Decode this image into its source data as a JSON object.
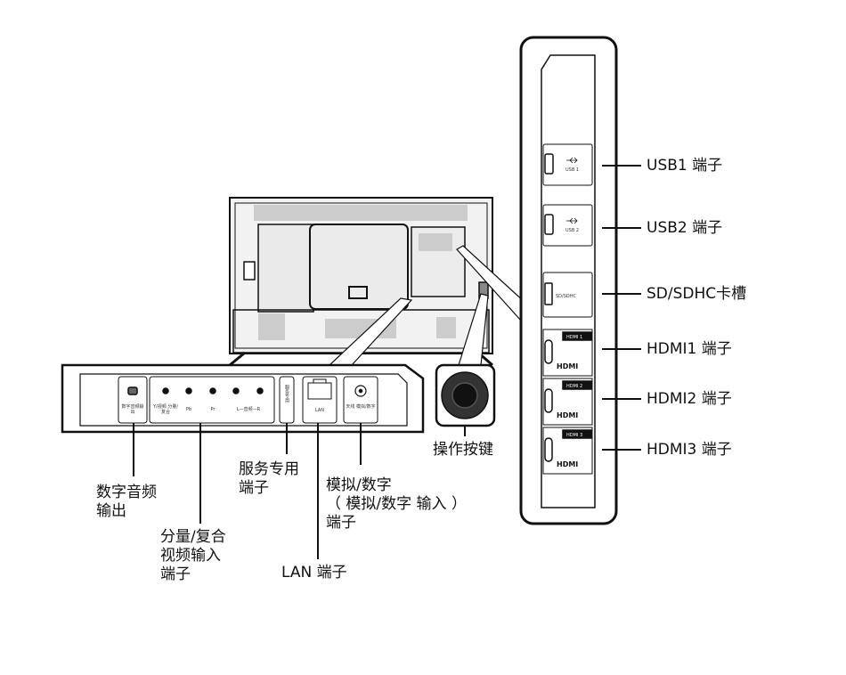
{
  "side_panel": {
    "ports": [
      {
        "tag": "USB 1",
        "label": "USB1 端子"
      },
      {
        "tag": "USB 2",
        "label": "USB2 端子"
      },
      {
        "tag": "SD/SDHC",
        "label": "SD/SDHC卡槽"
      },
      {
        "tag": "HDMI 1",
        "label": "HDMI1 端子"
      },
      {
        "tag": "HDMI 2",
        "label": "HDMI2 端子"
      },
      {
        "tag": "HDMI 3",
        "label": "HDMI3 端子"
      }
    ],
    "hdmi_logo": "HDMI"
  },
  "bottom_panel": {
    "tags": {
      "optical": "数字音频输出",
      "video": "Y/视频 分量/复合",
      "pb": "Pb",
      "pr": "Pr",
      "audio": "L—音频—R",
      "service": "服务专用",
      "lan": "LAN",
      "antenna": "天线 模拟/数字"
    },
    "labels": {
      "optical_line1": "数字音频",
      "optical_line2": "输出",
      "component_line1": "分量/复合",
      "component_line2": "视频输入",
      "component_line3": "端子",
      "service_line1": "服务专用",
      "service_line2": "端子",
      "lan": "LAN 端子",
      "antenna_line1": "模拟/数字",
      "antenna_line2": "（ 模拟/数字 输入 ）",
      "antenna_line3": "端子"
    }
  },
  "control_button": {
    "label": "操作按键"
  }
}
